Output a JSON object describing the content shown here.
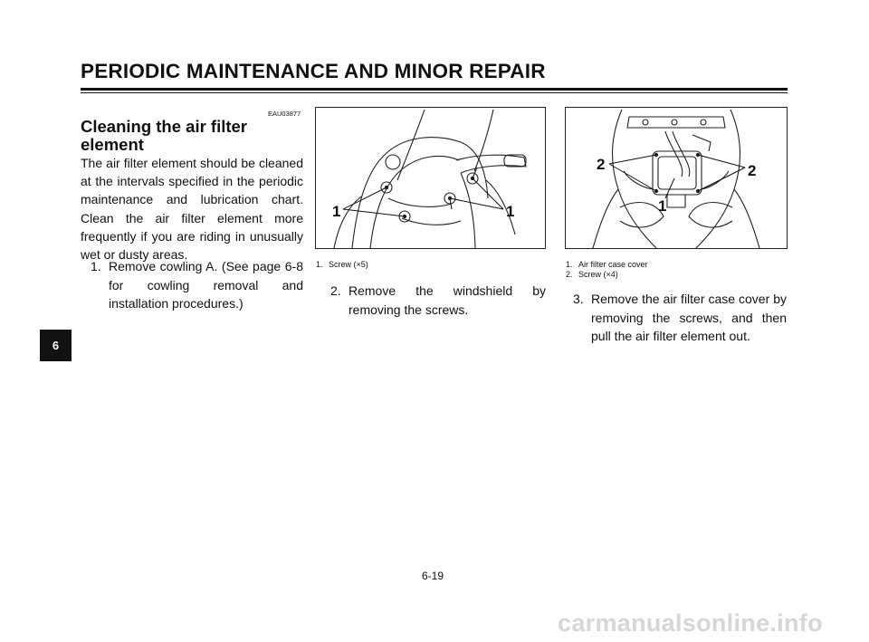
{
  "header": {
    "title": "PERIODIC MAINTENANCE AND MINOR REPAIR"
  },
  "section": {
    "ref_code": "EAU03877",
    "title": "Cleaning the air filter element",
    "intro": "The air filter element should be cleaned at the intervals specified in the periodic maintenance and lubrication chart. Clean the air filter element more frequently if you are riding in unusually wet or dusty areas."
  },
  "steps": [
    {
      "number": "1.",
      "text": "Remove cowling A. (See page 6-8 for cowling removal and installation procedures.)"
    },
    {
      "number": "2.",
      "text": "Remove the windshield by removing the screws."
    },
    {
      "number": "3.",
      "text": "Remove the air filter case cover by removing the screws, and then pull the air filter element out."
    }
  ],
  "figure1": {
    "callouts": [
      "1",
      "1"
    ],
    "caption": [
      {
        "num": "1.",
        "text": "Screw (×5)"
      }
    ]
  },
  "figure2": {
    "callouts": [
      "2",
      "2",
      "1"
    ],
    "caption": [
      {
        "num": "1.",
        "text": "Air filter case cover"
      },
      {
        "num": "2.",
        "text": "Screw (×4)"
      }
    ]
  },
  "chapter_tab": "6",
  "page_number": "6-19",
  "watermark": "carmanualsonline.info"
}
